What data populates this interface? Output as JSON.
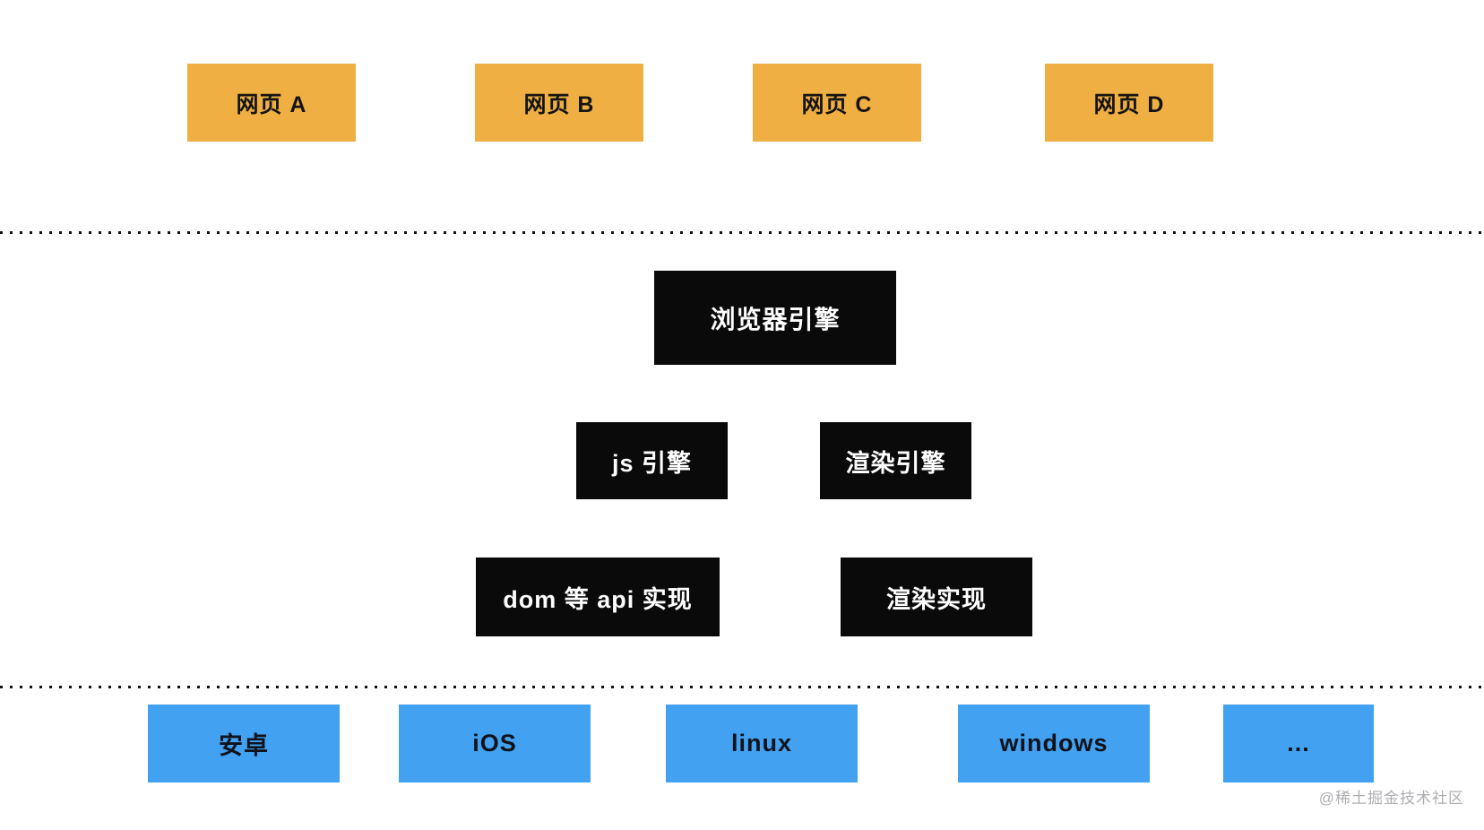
{
  "diagram": {
    "web_pages": [
      {
        "label": "网页 A"
      },
      {
        "label": "网页 B"
      },
      {
        "label": "网页 C"
      },
      {
        "label": "网页 D"
      }
    ],
    "browser_engine": {
      "label": "浏览器引擎"
    },
    "engines": [
      {
        "label": "js 引擎"
      },
      {
        "label": "渲染引擎"
      }
    ],
    "implementations": [
      {
        "label": "dom 等 api 实现"
      },
      {
        "label": "渲染实现"
      }
    ],
    "platforms": [
      {
        "label": "安卓"
      },
      {
        "label": "iOS"
      },
      {
        "label": "linux"
      },
      {
        "label": "windows"
      },
      {
        "label": "..."
      }
    ]
  },
  "watermark": {
    "text": "@稀土掘金技术社区"
  },
  "colors": {
    "web_page_box": "#EFAF42",
    "web_page_text": "#141414",
    "engine_box": "#0A0A0A",
    "engine_text": "#FFFFFF",
    "platform_box": "#42A1F0",
    "platform_text": "#10131C",
    "separator_dots": "#111111",
    "watermark_text": "#AEAEB2",
    "background": "#FFFFFF"
  }
}
